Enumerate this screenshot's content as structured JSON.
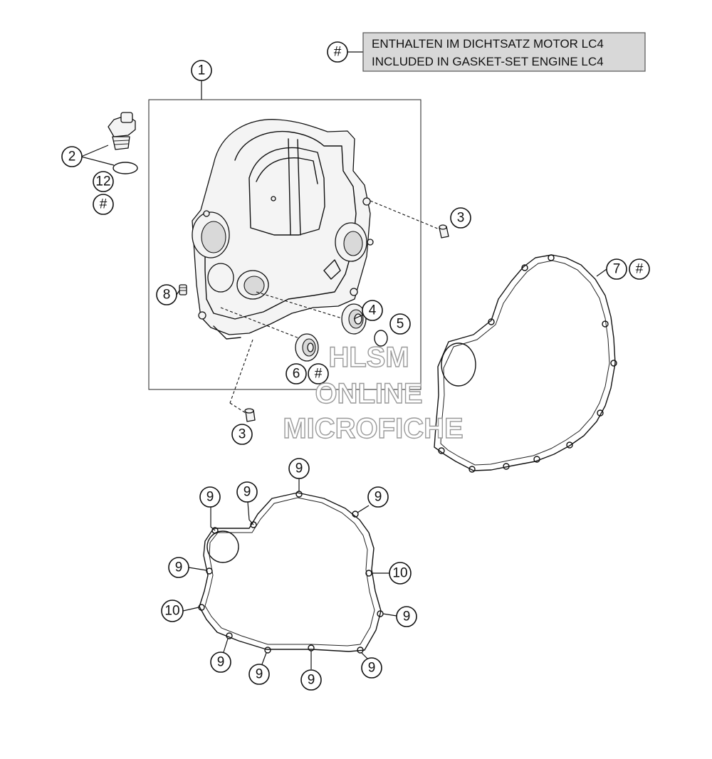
{
  "legend": {
    "symbol": "#",
    "line1": "ENTHALTEN IM DICHTSATZ MOTOR LC4",
    "line2": "INCLUDED IN GASKET-SET ENGINE LC4"
  },
  "callouts": {
    "c1": "1",
    "c2": "2",
    "c3a": "3",
    "c3b": "3",
    "c4": "4",
    "c5": "5",
    "c6": "6",
    "c7": "7",
    "c8": "8",
    "c12": "12",
    "h1": "#",
    "h2": "#",
    "h3": "#",
    "n9a": "9",
    "n9b": "9",
    "n9c": "9",
    "n9d": "9",
    "n9e": "9",
    "n9f": "9",
    "n9g": "9",
    "n9h": "9",
    "n9i": "9",
    "n9j": "9",
    "n10a": "10",
    "n10b": "10"
  },
  "watermark": {
    "line1": "HLSM",
    "line2": "ONLINE",
    "line3": "MICROFICHE"
  }
}
